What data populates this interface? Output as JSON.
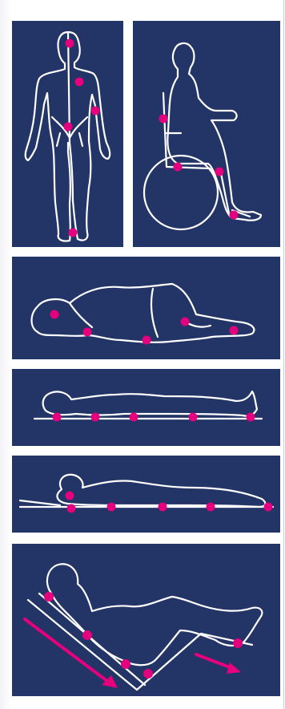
{
  "figure": {
    "panels": [
      {
        "id": "standing-front",
        "pressure_points": [
          "head",
          "chest",
          "elbow",
          "sacrum",
          "heel"
        ]
      },
      {
        "id": "wheelchair-sitting",
        "pressure_points": [
          "shoulder-blade",
          "ischium",
          "knee",
          "heel"
        ]
      },
      {
        "id": "side-lying",
        "pressure_points": [
          "ear",
          "shoulder",
          "hip",
          "knee",
          "ankle"
        ]
      },
      {
        "id": "supine",
        "pressure_points": [
          "occiput",
          "shoulder-blade",
          "elbow",
          "sacrum",
          "heel"
        ]
      },
      {
        "id": "prone",
        "pressure_points": [
          "face",
          "chest",
          "hip",
          "knee",
          "knee-lower",
          "toes"
        ]
      },
      {
        "id": "semi-recumbent-sliding",
        "pressure_points": [
          "occiput",
          "shoulder-blade",
          "sacrum",
          "ischium",
          "heel"
        ],
        "arrows": [
          "shear-down-back",
          "shear-down-legs"
        ]
      }
    ],
    "colors": {
      "panel_bg": "#233466",
      "outline": "#ffffff",
      "pressure_point": "#e5007e",
      "arrow": "#e5007e"
    }
  }
}
